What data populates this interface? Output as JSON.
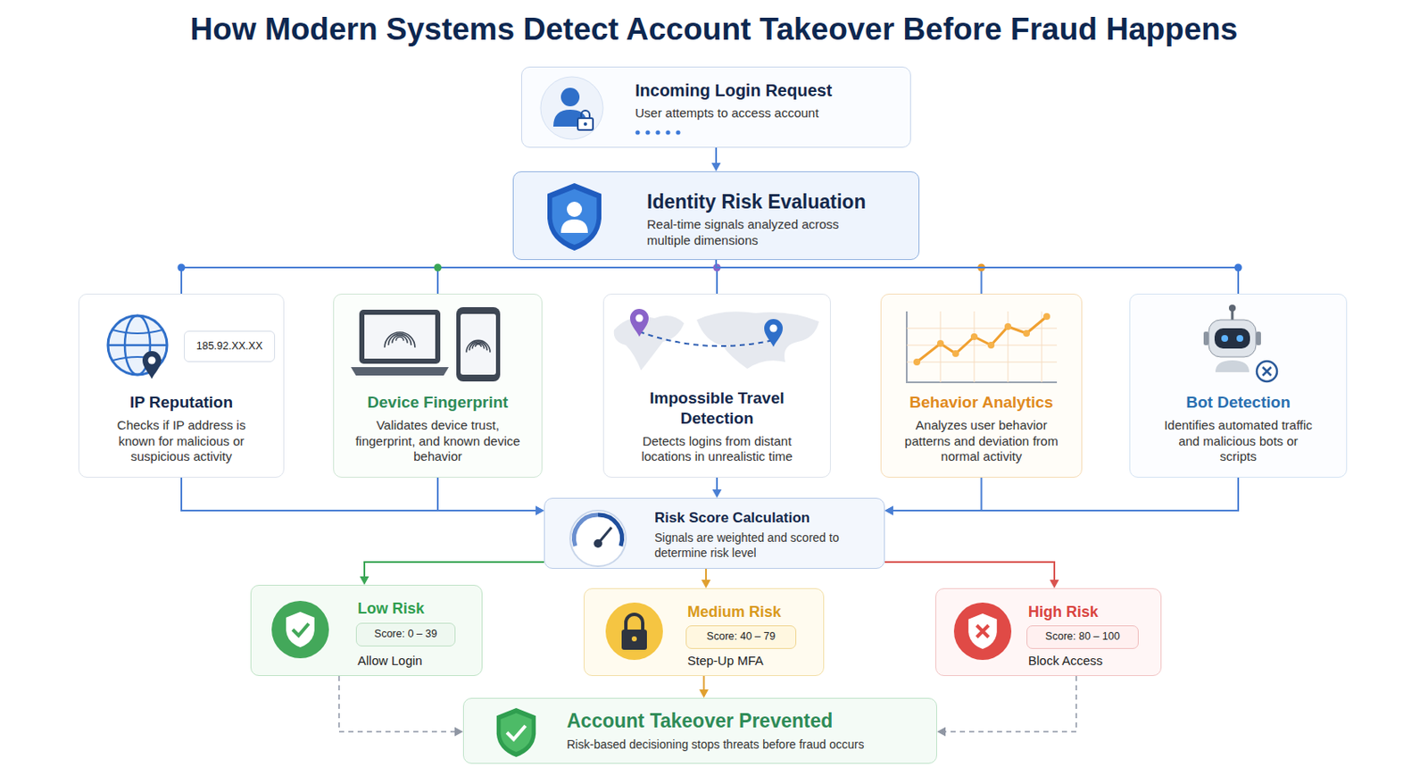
{
  "diagram": {
    "title": "How Modern Systems Detect Account Takeover Before Fraud Happens",
    "nodes": [
      {
        "text": [
          "Incoming Login Request",
          "User attempts to access account"
        ]
      },
      {
        "text": [
          "Identity Risk Evaluation",
          "Real-time signals analyzed across multiple dimensions"
        ]
      },
      {
        "text": [
          "IP Reputation",
          "Checks if IP address is known for malicious or suspicious activity"
        ]
      },
      {
        "text": [
          "185.92.XX.XX"
        ],
        "in": 2
      },
      {
        "text": [
          "Device Fingerprint",
          "Validates device trust, fingerprint, and known device behavior"
        ]
      },
      {
        "text": [
          "Impossible Travel Detection",
          "Detects logins from distant locations in unrealistic time"
        ]
      },
      {
        "text": [
          "Behavior Analytics",
          "Analyzes user behavior patterns and deviation from normal activity"
        ]
      },
      {
        "text": [
          "Bot Detection",
          "Identifies automated traffic and malicious bots or scripts"
        ]
      },
      {
        "text": [
          "Risk Score Calculation",
          "Signals are weighted and scored to determine risk level"
        ]
      },
      {
        "text": [
          "Low Risk",
          "Allow Login"
        ]
      },
      {
        "text": [
          "Score: 0 – 39"
        ],
        "in": 9
      },
      {
        "text": [
          "Medium Risk",
          "Step-Up MFA"
        ]
      },
      {
        "text": [
          "Score: 40 – 79"
        ],
        "in": 11
      },
      {
        "text": [
          "High Risk",
          "Block Access"
        ]
      },
      {
        "text": [
          "Score: 80 – 100"
        ],
        "in": 13
      },
      {
        "text": [
          "Account Takeover Prevented",
          "Risk-based decisioning stops threats before fraud occurs"
        ]
      }
    ],
    "edges": [
      {
        "from": 0,
        "to": 1,
        "arrow": "to"
      },
      {
        "from": 1,
        "to": 2,
        "arrow": "none"
      },
      {
        "from": 1,
        "to": 4,
        "arrow": "none"
      },
      {
        "from": 1,
        "to": 5,
        "arrow": "none"
      },
      {
        "from": 1,
        "to": 6,
        "arrow": "none"
      },
      {
        "from": 1,
        "to": 7,
        "arrow": "none"
      },
      {
        "from": 2,
        "to": 8,
        "arrow": "to"
      },
      {
        "from": 4,
        "to": 8,
        "arrow": "to"
      },
      {
        "from": 5,
        "to": 8,
        "arrow": "to"
      },
      {
        "from": 6,
        "to": 8,
        "arrow": "to"
      },
      {
        "from": 7,
        "to": 8,
        "arrow": "to"
      },
      {
        "from": 8,
        "to": 9,
        "arrow": "to"
      },
      {
        "from": 8,
        "to": 11,
        "arrow": "to"
      },
      {
        "from": 8,
        "to": 13,
        "arrow": "to"
      },
      {
        "from": 9,
        "to": 15,
        "arrow": "to"
      },
      {
        "from": 11,
        "to": 15,
        "arrow": "to"
      },
      {
        "from": 13,
        "to": 15,
        "arrow": "to"
      }
    ]
  }
}
